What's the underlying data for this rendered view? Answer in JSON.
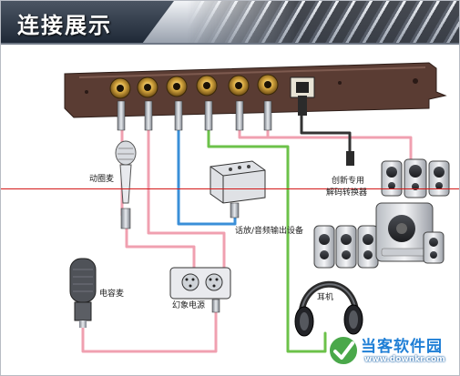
{
  "header": {
    "title": "连接展示"
  },
  "labels": {
    "dynamic_mic": "动圈麦",
    "condenser_mic": "电容麦",
    "phantom_power": "幻象电源",
    "active_speaker": "话放/音频输出设备",
    "decoder_line1": "创新专用",
    "decoder_line2": "解码转换器",
    "headphones": "耳机"
  },
  "watermark": {
    "brand": "当客软件园",
    "url": "www.downkr.com"
  },
  "colors": {
    "pink_cable": "#f0a0b0",
    "blue_cable": "#3a8fd8",
    "green_cable": "#6cc24a",
    "black_cable": "#333333",
    "divider_line": "#d41818",
    "card_bracket": "#5a3c33",
    "gold_jack": "#c9a040"
  }
}
